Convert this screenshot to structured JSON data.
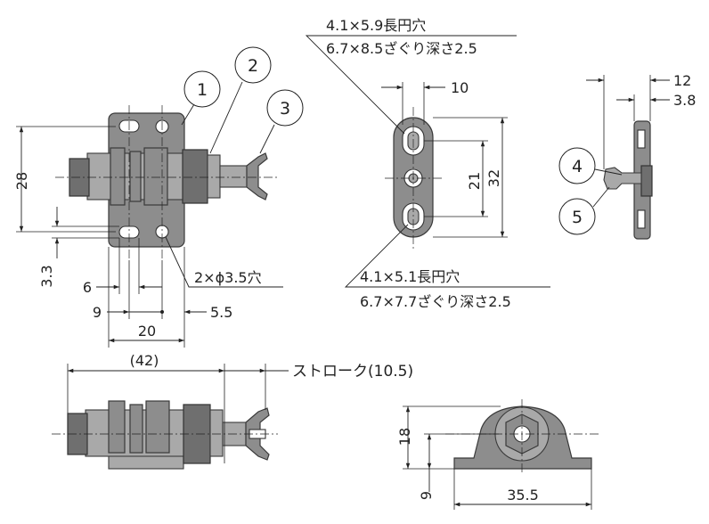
{
  "balloons": [
    "1",
    "2",
    "3",
    "4",
    "5"
  ],
  "front_view": {
    "height_dim": "28",
    "hole_note": "2×ϕ3.5穴",
    "dim_3_3": "3.3",
    "dim_6": "6",
    "dim_9": "9",
    "dim_5_5": "5.5",
    "dim_20": "20"
  },
  "plate_view": {
    "top_note_line1": "4.1×5.9長円穴",
    "top_note_line2": "6.7×8.5ざぐり深さ2.5",
    "bottom_note_line1": "4.1×5.1長円穴",
    "bottom_note_line2": "6.7×7.7ざぐり深さ2.5",
    "dim_10": "10",
    "dim_21": "21",
    "dim_32": "32"
  },
  "side_view": {
    "dim_12": "12",
    "dim_3_8": "3.8"
  },
  "bottom_view": {
    "dim_42": "(42)",
    "stroke_label": "ストローク(10.5)"
  },
  "end_view": {
    "dim_18": "18",
    "dim_9": "9",
    "dim_35_5": "35.5"
  }
}
